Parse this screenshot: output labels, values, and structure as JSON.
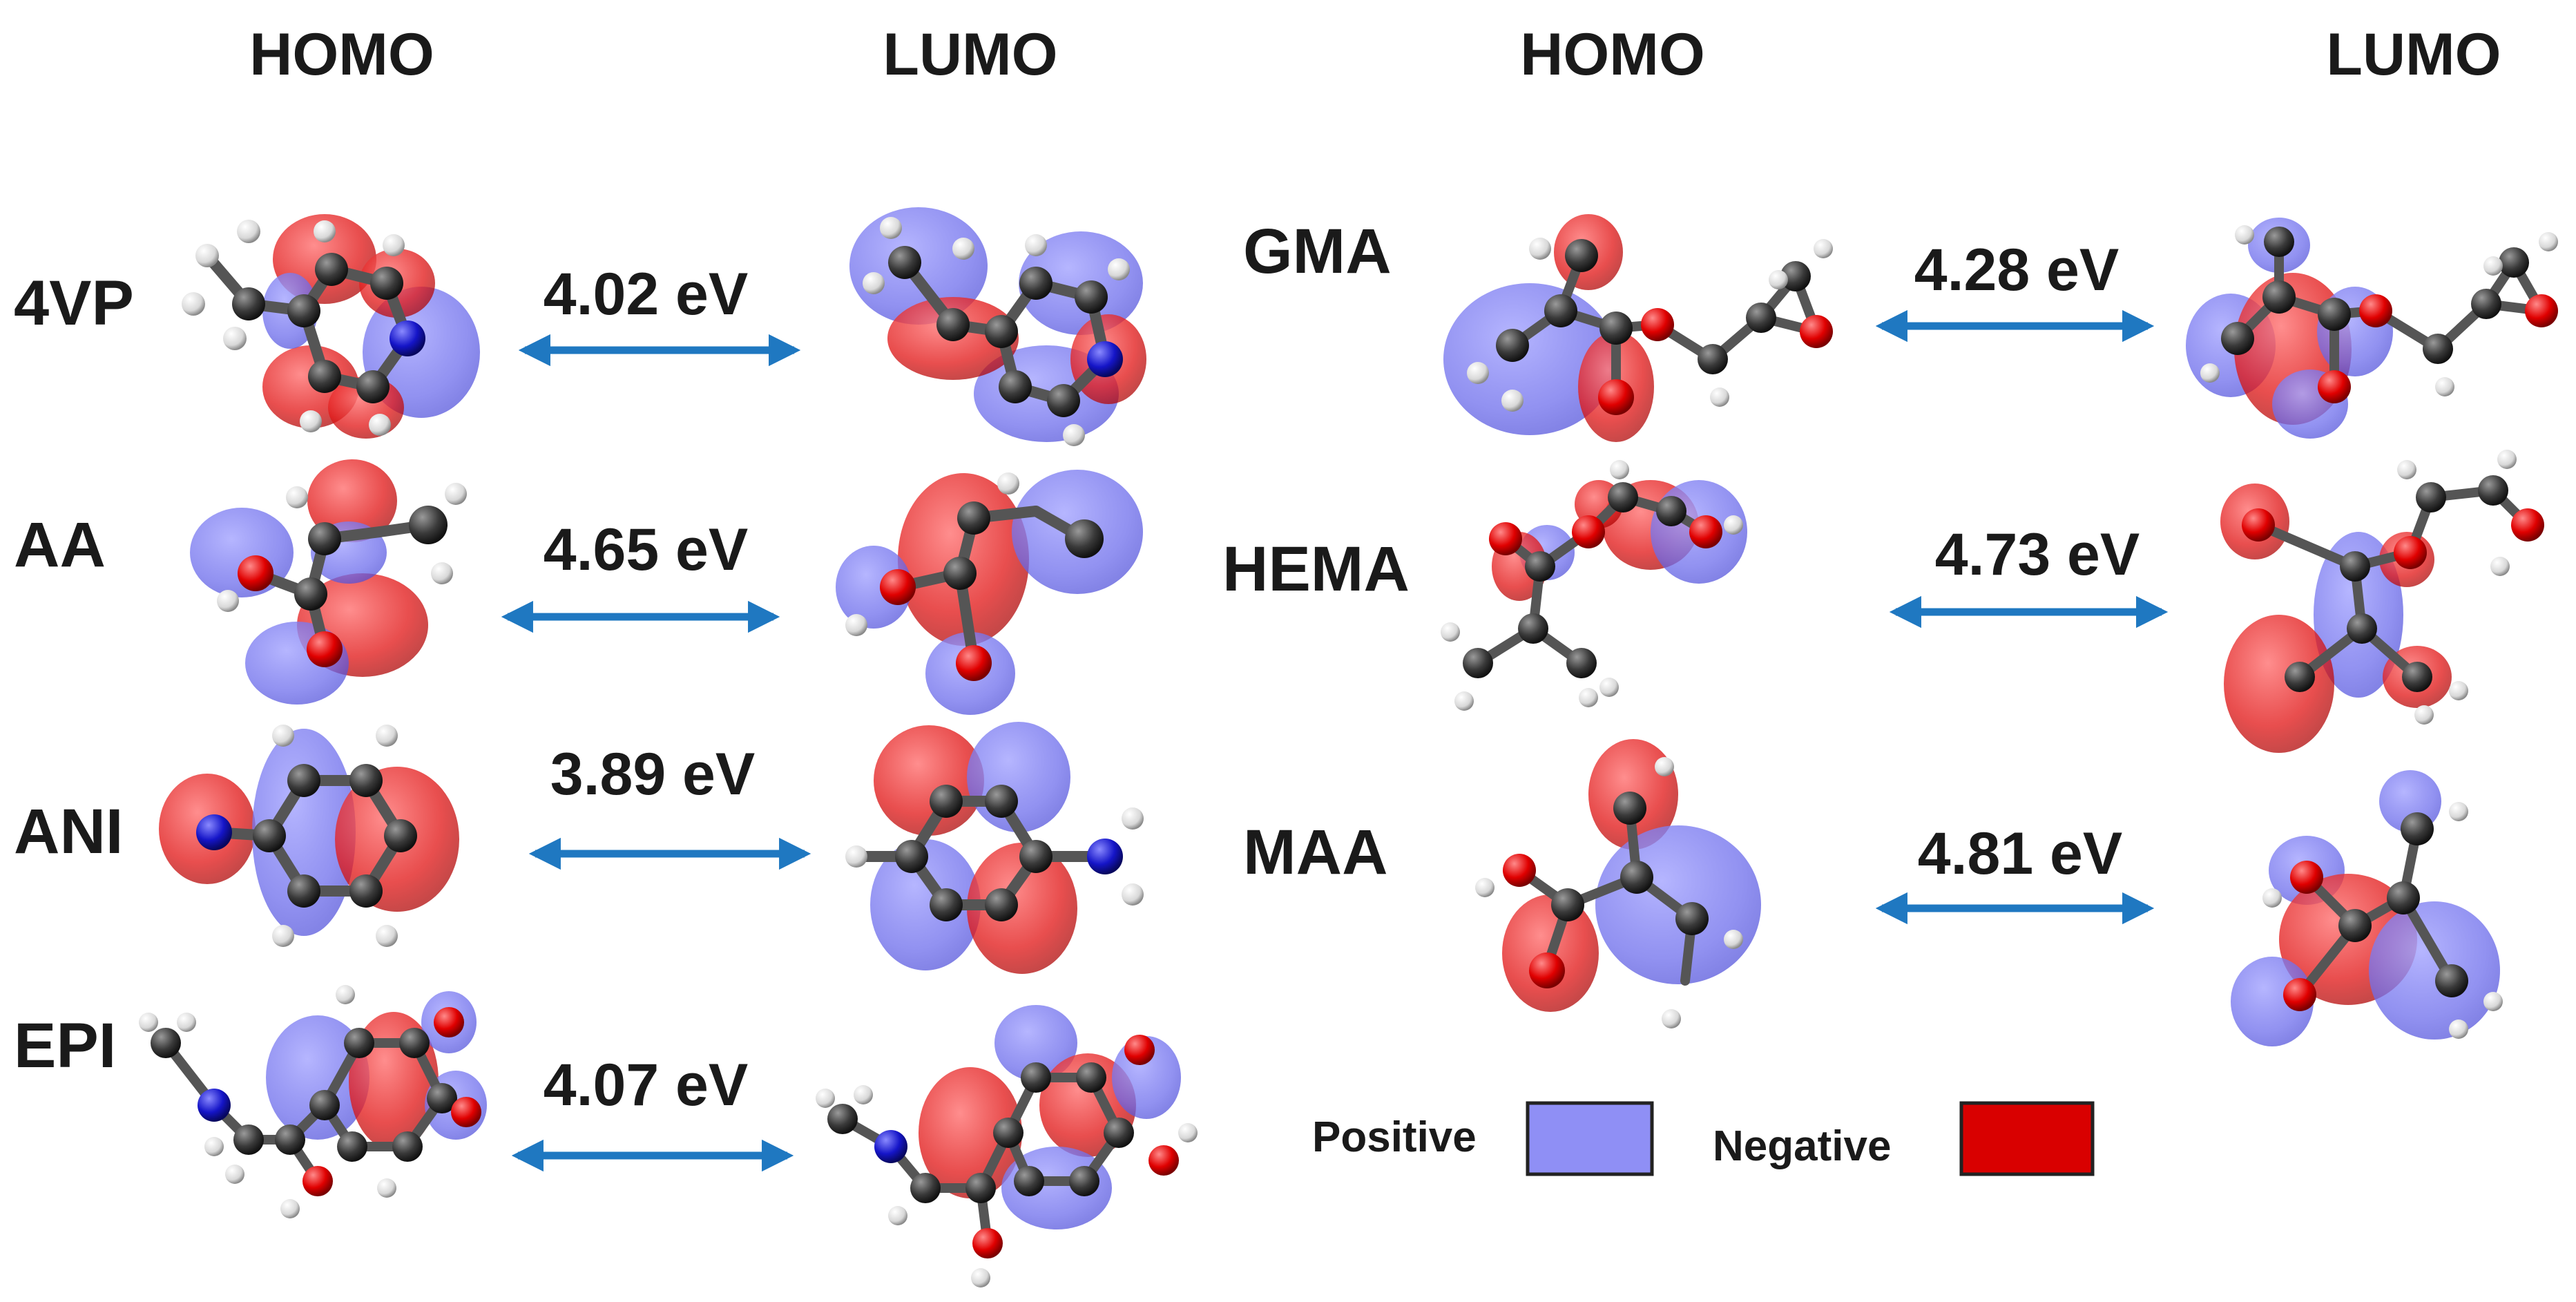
{
  "headers": {
    "left_homo": "HOMO",
    "left_lumo": "LUMO",
    "right_homo": "HOMO",
    "right_lumo": "LUMO"
  },
  "molecules": [
    {
      "name": "4VP",
      "gap": "4.02 eV"
    },
    {
      "name": "AA",
      "gap": "4.65 eV"
    },
    {
      "name": "ANI",
      "gap": "3.89 eV"
    },
    {
      "name": "EPI",
      "gap": "4.07 eV"
    },
    {
      "name": "GMA",
      "gap": "4.28 eV"
    },
    {
      "name": "HEMA",
      "gap": "4.73 eV"
    },
    {
      "name": "MAA",
      "gap": "4.81 eV"
    }
  ],
  "legend": {
    "positive_label": "Positive",
    "negative_label": "Negative",
    "positive_color": "#8f8ff5",
    "negative_color": "#d90000"
  },
  "colors": {
    "arrow": "#1f78c1",
    "lobe_positive": "#7474ee",
    "lobe_negative": "#e32222",
    "atom_carbon": "#3a3a3a",
    "atom_oxygen": "#e00000",
    "atom_nitrogen": "#1515c8",
    "atom_hydrogen": "#eeeeee"
  }
}
